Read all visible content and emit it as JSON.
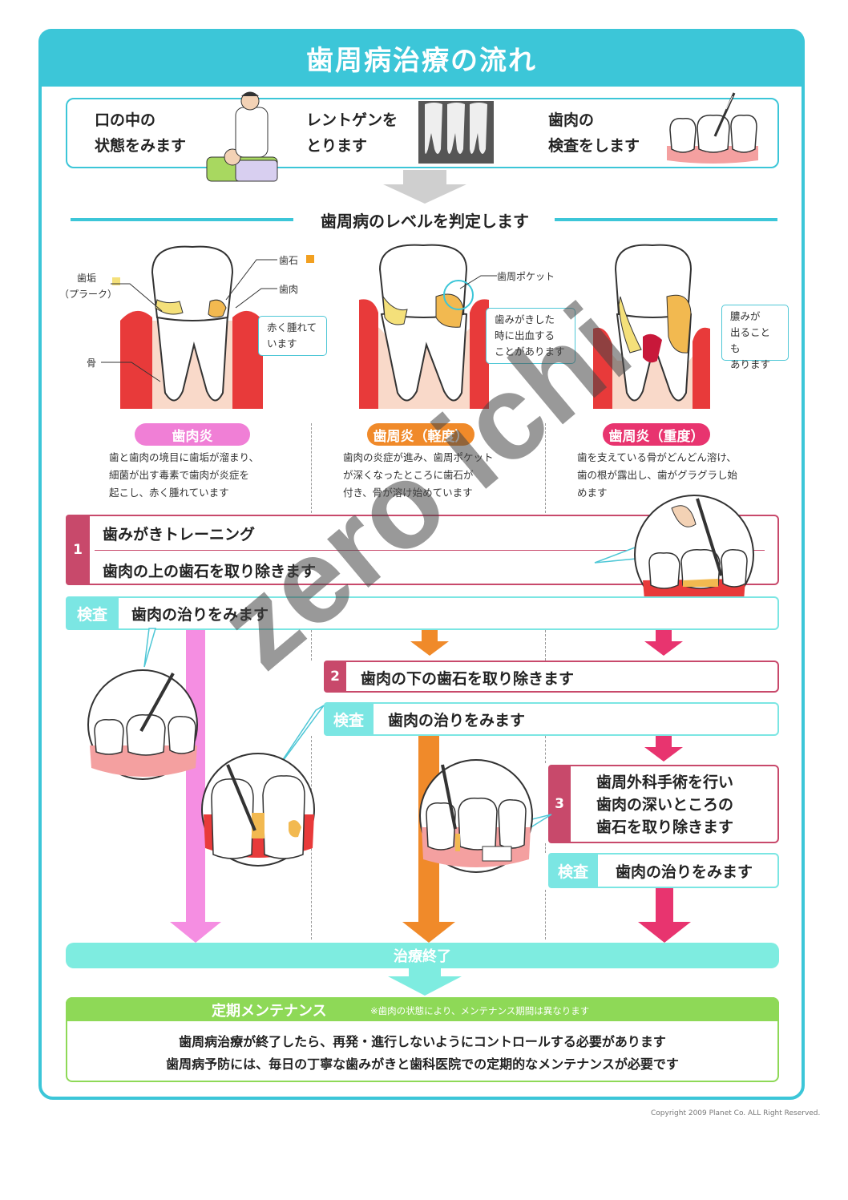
{
  "title": "歯周病治療の流れ",
  "exam": {
    "items": [
      {
        "line1": "口の中の",
        "line2": "状態をみます"
      },
      {
        "line1": "レントゲンを",
        "line2": "とります"
      },
      {
        "line1": "歯肉の",
        "line2": "検査をします"
      }
    ]
  },
  "level_heading": "歯周病のレベルを判定します",
  "labels": {
    "plaque": "歯垢",
    "plaque_sub": "（プラーク）",
    "calculus": "歯石",
    "gum": "歯肉",
    "bone": "骨",
    "pocket": "歯周ポケット"
  },
  "callouts": {
    "stage1": [
      "赤く腫れて",
      "います"
    ],
    "stage2": [
      "歯みがきした",
      "時に出血する",
      "ことがあります"
    ],
    "stage3": [
      "膿みが",
      "出ることも",
      "あります"
    ]
  },
  "stages": [
    {
      "name": "歯肉炎",
      "color": "#f07fd6",
      "desc": [
        "歯と歯肉の境目に歯垢が溜まり、",
        "細菌が出す毒素で歯肉が炎症を",
        "起こし、赤く腫れています"
      ]
    },
    {
      "name": "歯周炎（軽度）",
      "color": "#f08a2a",
      "desc": [
        "歯肉の炎症が進み、歯周ポケット",
        "が深くなったところに歯石が",
        "付き、骨が溶け始めています"
      ]
    },
    {
      "name": "歯周炎（重度）",
      "color": "#e8346f",
      "desc": [
        "歯を支えている骨がどんどん溶け、",
        "歯の根が露出し、歯がグラグラし始",
        "めます"
      ]
    }
  ],
  "step1": {
    "num": "1",
    "line1": "歯みがきトレーニング",
    "line2": "歯肉の上の歯石を取り除きます"
  },
  "check": {
    "tag": "検査",
    "text": "歯肉の治りをみます"
  },
  "step2": {
    "num": "2",
    "text": "歯肉の下の歯石を取り除きます"
  },
  "step3": {
    "num": "3",
    "line1": "歯周外科手術を行い",
    "line2": "歯肉の深いところの",
    "line3": "歯石を取り除きます"
  },
  "end": "治療終了",
  "maintenance": {
    "title": "定期メンテナンス",
    "note": "※歯肉の状態により、メンテナンス期間は異なります",
    "line1": "歯周病治療が終了したら、再発・進行しないようにコントロールする必要があります",
    "line2": "歯周病予防には、毎日の丁寧な歯みがきと歯科医院での定期的なメンテナンスが必要です"
  },
  "copyright": "Copyright 2009 Planet Co. ALL Right Reserved.",
  "watermark": "zero ichi",
  "colors": {
    "accent": "#3cc6d8",
    "pink": "#f07fd6",
    "orange": "#f08a2a",
    "red": "#e8346f",
    "step": "#c8496b",
    "check": "#7be6e3",
    "maintenance": "#8ed957"
  }
}
